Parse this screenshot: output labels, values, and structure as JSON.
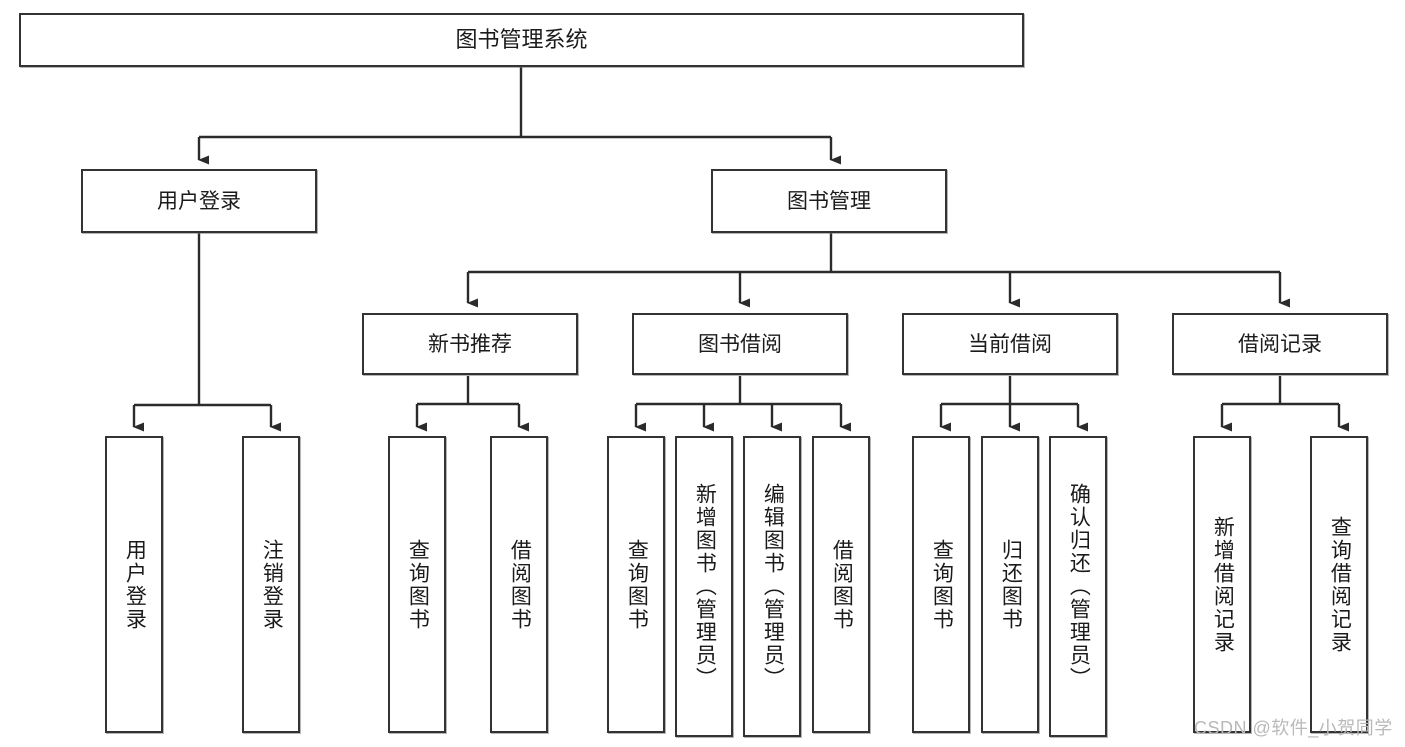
{
  "diagram": {
    "title": "图书管理系统",
    "watermark": "CSDN @软件_小贺同学",
    "nodes": {
      "root": {
        "label": "图书管理系统"
      },
      "level2": [
        {
          "id": "user-login",
          "label": "用户登录"
        },
        {
          "id": "book-manage",
          "label": "图书管理"
        }
      ],
      "level3": [
        {
          "id": "new-book-recommend",
          "label": "新书推荐"
        },
        {
          "id": "book-borrow",
          "label": "图书借阅"
        },
        {
          "id": "current-borrow",
          "label": "当前借阅"
        },
        {
          "id": "borrow-record",
          "label": "借阅记录"
        }
      ],
      "leaves": [
        {
          "id": "leaf-user-login",
          "label": "用户登录",
          "parent": "user-login"
        },
        {
          "id": "leaf-user-logout",
          "label": "注销登录",
          "parent": "user-login"
        },
        {
          "id": "leaf-query-book-1",
          "label": "查询图书",
          "parent": "new-book-recommend"
        },
        {
          "id": "leaf-borrow-book-1",
          "label": "借阅图书",
          "parent": "new-book-recommend"
        },
        {
          "id": "leaf-query-book-2",
          "label": "查询图书",
          "parent": "book-borrow"
        },
        {
          "id": "leaf-add-book",
          "label": "新增图书（管理员）",
          "parent": "book-borrow"
        },
        {
          "id": "leaf-edit-book",
          "label": "编辑图书（管理员）",
          "parent": "book-borrow"
        },
        {
          "id": "leaf-borrow-book-2",
          "label": "借阅图书",
          "parent": "book-borrow"
        },
        {
          "id": "leaf-query-book-3",
          "label": "查询图书",
          "parent": "current-borrow"
        },
        {
          "id": "leaf-return-book",
          "label": "归还图书",
          "parent": "current-borrow"
        },
        {
          "id": "leaf-confirm-return",
          "label": "确认归还（管理员）",
          "parent": "current-borrow"
        },
        {
          "id": "leaf-add-record",
          "label": "新增借阅记录",
          "parent": "borrow-record"
        },
        {
          "id": "leaf-query-record",
          "label": "查询借阅记录",
          "parent": "borrow-record"
        }
      ]
    },
    "colors": {
      "border": "#333333",
      "background": "#ffffff",
      "text": "#1b1b1b",
      "watermark": "#b9b9b9"
    }
  }
}
